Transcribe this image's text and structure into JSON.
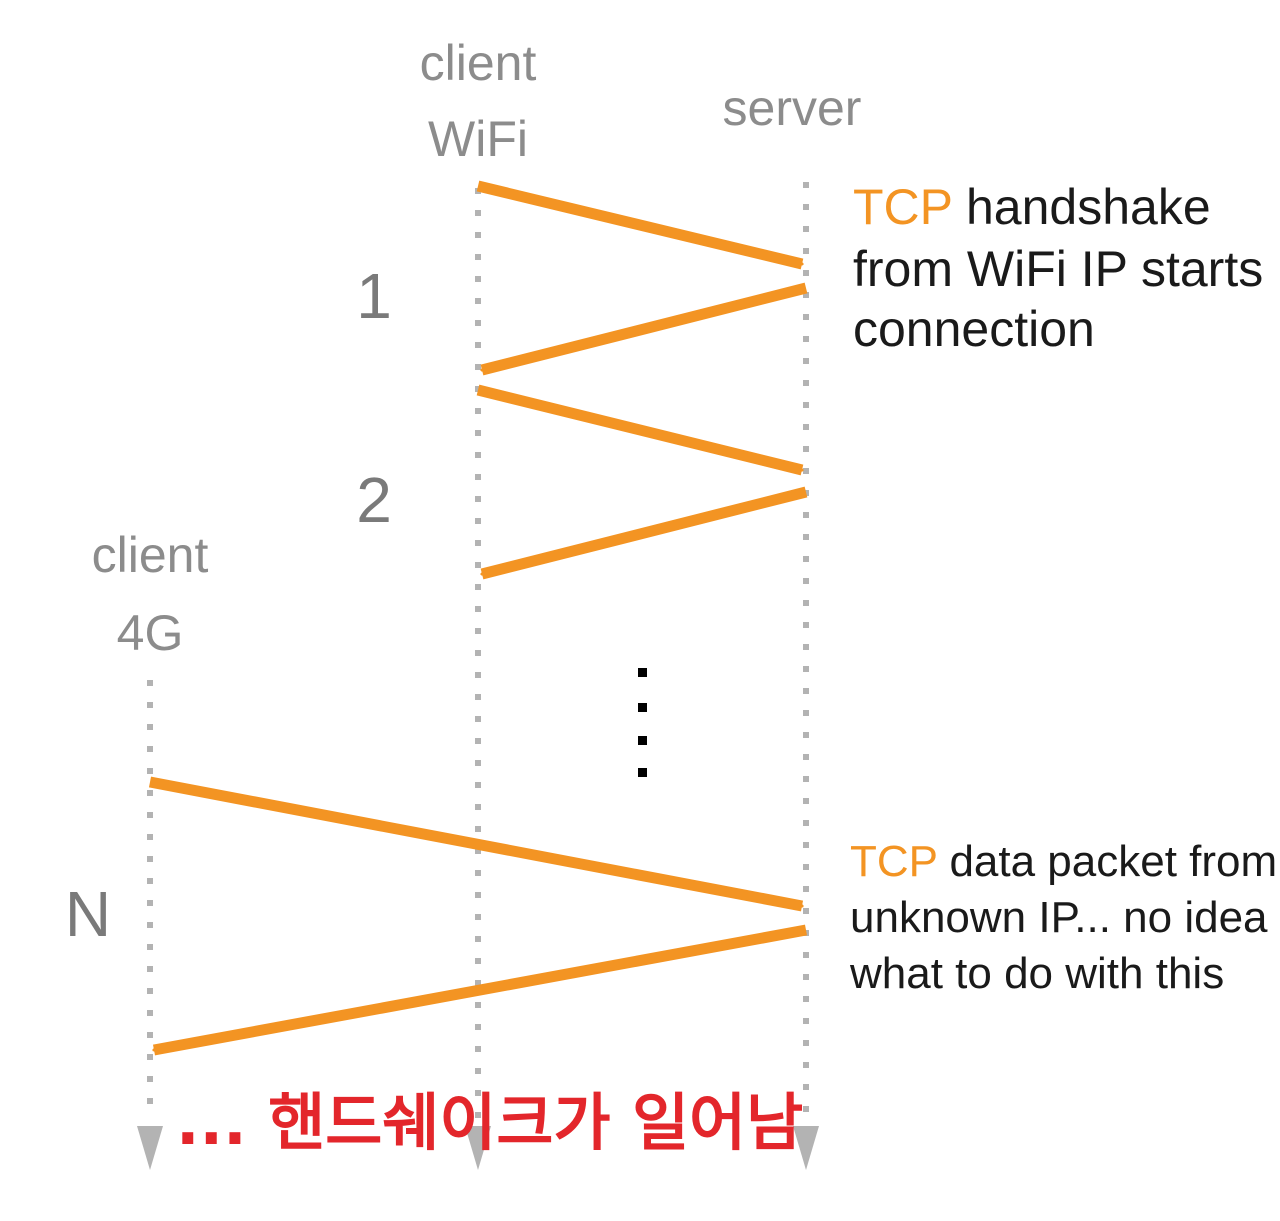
{
  "lanes": {
    "client_wifi": {
      "line1": "client",
      "line2": "WiFi"
    },
    "server": {
      "label": "server"
    },
    "client_4g": {
      "line1": "client",
      "line2": "4G"
    }
  },
  "steps": [
    "1",
    "2",
    "N"
  ],
  "notes": {
    "handshake": {
      "highlight": "TCP",
      "line1_rest": " handshake",
      "line2": "from WiFi IP starts",
      "line3": "connection"
    },
    "data_packet": {
      "highlight": "TCP",
      "line1_rest": " data packet from",
      "line2": "unknown IP... no idea",
      "line3": "what to do with this"
    }
  },
  "caption": "... 핸드쉐이크가 일어남",
  "colors": {
    "arrow": "#f39423",
    "lifeline": "#b3b3b3",
    "caption": "#e3262b"
  }
}
